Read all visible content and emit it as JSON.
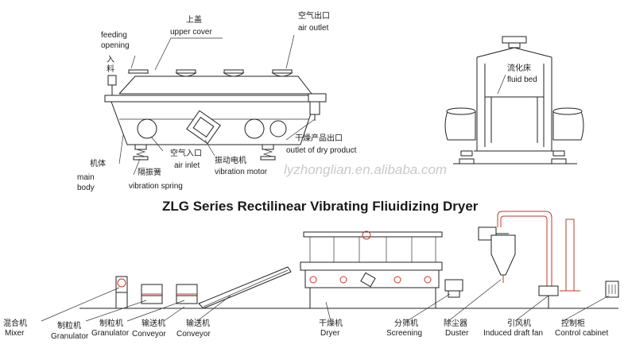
{
  "top_view": {
    "feeding_opening_en": "feeding\nopening",
    "feeding_opening_cn": "入料口",
    "upper_cover_cn": "上盖",
    "upper_cover_en": "upper cover",
    "air_outlet_cn": "空气出口",
    "air_outlet_en": "air outlet",
    "main_body_cn": "机体",
    "main_body_en_1": "main",
    "main_body_en_2": "body",
    "vibration_spring_cn": "隔振簧",
    "vibration_spring_en": "vibration spring",
    "air_inlet_cn": "空气入口",
    "air_inlet_en": "air inlet",
    "vibration_motor_cn": "振动电机",
    "vibration_motor_en": "vibration motor",
    "dry_product_cn": "干燥产品出口",
    "dry_product_en": "outlet of dry product"
  },
  "side_view": {
    "fluid_bed_cn": "流化床",
    "fluid_bed_en": "fluid bed"
  },
  "watermark": "lyzhonglian.en.alibaba.com",
  "title": "ZLG Series Rectilinear Vibrating Fliuidizing Dryer",
  "line": {
    "mixer_cn": "混合机",
    "mixer_en": "Mixer",
    "granulator1_cn": "制粒机",
    "granulator1_en": "Granulator",
    "granulator2_cn": "制粒机",
    "granulator2_en": "Granulator",
    "conveyor1_cn": "输送机",
    "conveyor1_en": "Conveyor",
    "conveyor2_cn": "输送机",
    "conveyor2_en": "Conveyor",
    "dryer_cn": "干燥机",
    "dryer_en": "Dryer",
    "screening_cn": "分筛机",
    "screening_en": "Screening",
    "duster_cn": "除尘器",
    "duster_en": "Duster",
    "fan_cn": "引风机",
    "fan_en": "Induced draft fan",
    "cabinet_cn": "控制柜",
    "cabinet_en": "Control cabinet"
  }
}
